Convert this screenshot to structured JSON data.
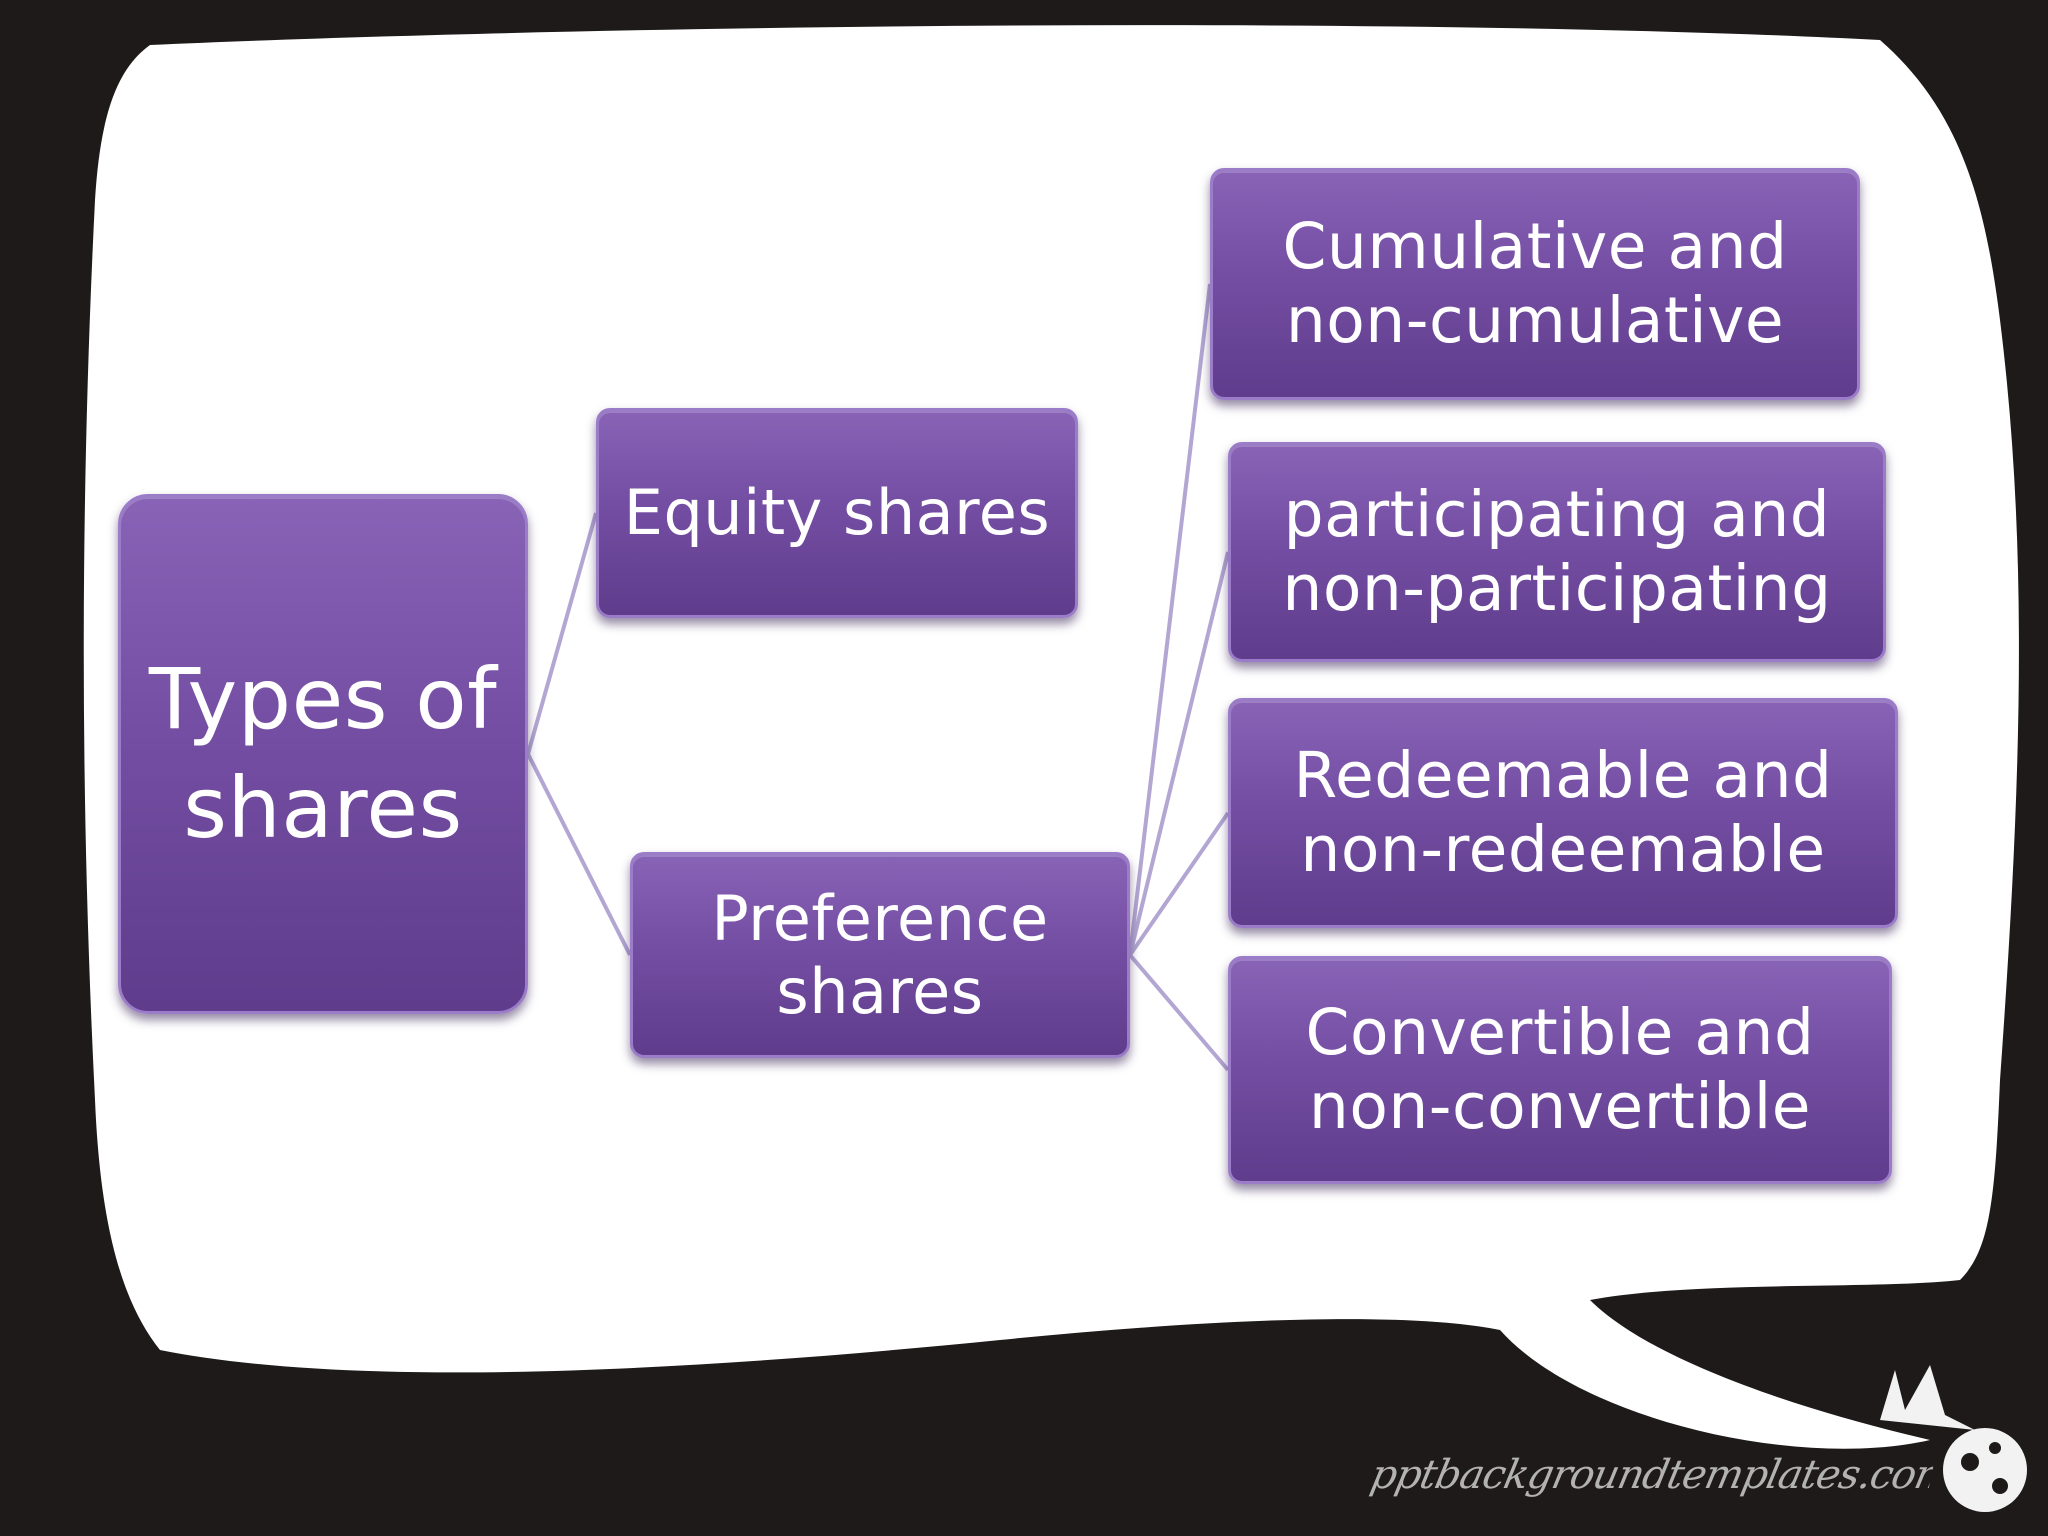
{
  "diagram": {
    "root": "Types of\nshares",
    "children": [
      {
        "label": "Equity shares"
      },
      {
        "label": "Preference\nshares",
        "children": [
          "Cumulative and\nnon-cumulative",
          "participating and\nnon-participating",
          "Redeemable and\nnon-redeemable",
          "Convertible and\nnon-convertible"
        ]
      }
    ]
  },
  "watermark": "pptbackgroundtemplates.com",
  "colors": {
    "box_fill": "#7652a6",
    "box_border": "#9b7cc8",
    "connector": "#b3a6d3",
    "background_outer": "#1e1a1a",
    "background_bubble": "#ffffff"
  }
}
